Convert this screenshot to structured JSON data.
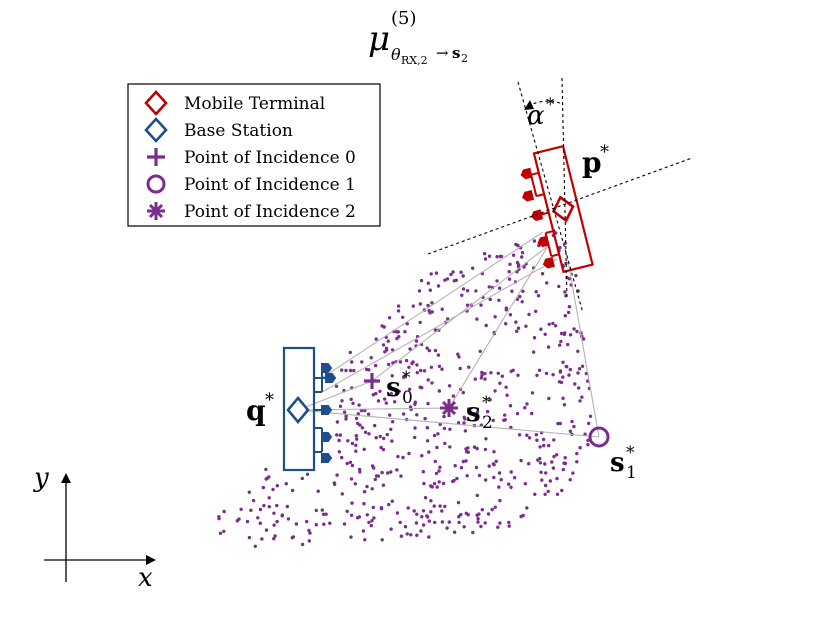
{
  "title": {
    "mu": "μ",
    "superscript": "(5)",
    "sub_theta": "θ",
    "sub_rx": "RX,2",
    "sub_arrow": "→",
    "sub_s": "s",
    "sub_s_index": "2"
  },
  "legend": [
    {
      "label": "Mobile Terminal",
      "marker": "diamond",
      "color": "#c00000"
    },
    {
      "label": "Base Station",
      "marker": "diamond",
      "color": "#1f4e8c"
    },
    {
      "label": "Point of Incidence 0",
      "marker": "plus",
      "color": "#7b2d8e"
    },
    {
      "label": "Point of Incidence 1",
      "marker": "circle",
      "color": "#7b2d8e"
    },
    {
      "label": "Point of Incidence 2",
      "marker": "asterisk",
      "color": "#7b2d8e"
    }
  ],
  "labels": {
    "p": {
      "base": "p",
      "sup": "*"
    },
    "q": {
      "base": "q",
      "sup": "*"
    },
    "alpha": {
      "base": "α",
      "sup": "*"
    },
    "s0": {
      "base": "s",
      "sup": "*",
      "sub": "0"
    },
    "s1": {
      "base": "s",
      "sup": "*",
      "sub": "1"
    },
    "s2": {
      "base": "s",
      "sup": "*",
      "sub": "2"
    },
    "axis_x": "x",
    "axis_y": "y"
  },
  "colors": {
    "mobile_terminal": "#c00000",
    "base_station": "#1f4e8c",
    "points": "#7b2d8e",
    "paths": "#b3b3b3"
  },
  "particle_count": 620
}
